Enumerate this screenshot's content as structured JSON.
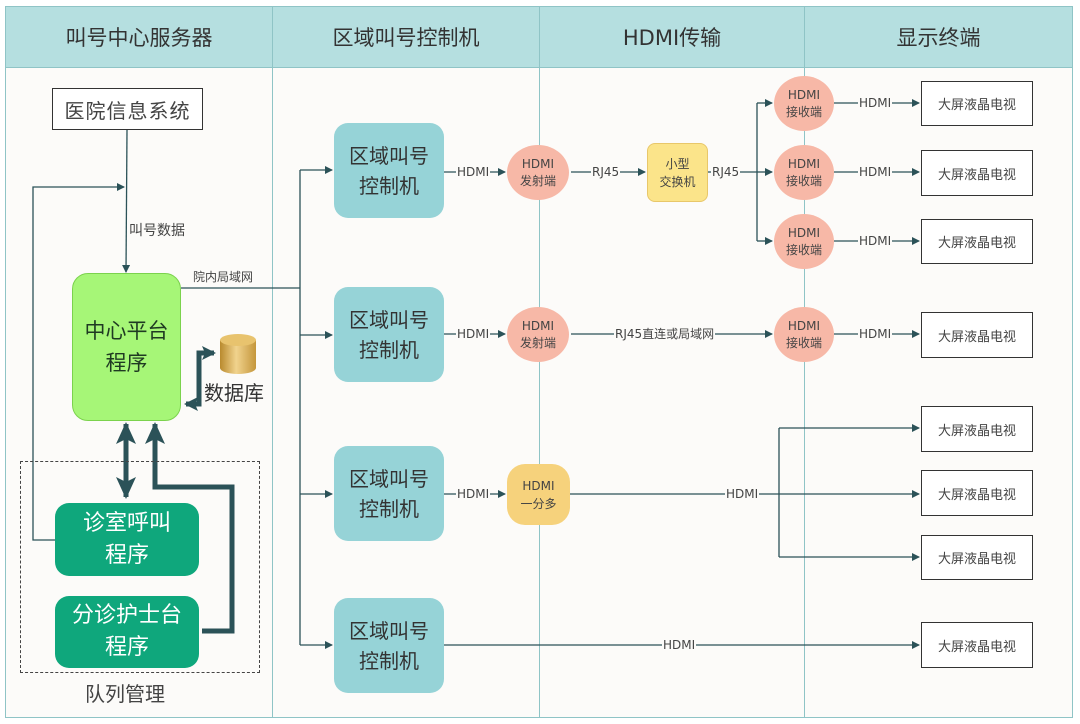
{
  "columns": [
    "叫号中心服务器",
    "区域叫号控制机",
    "HDMI传输",
    "显示终端"
  ],
  "server": {
    "his": "医院信息系统",
    "call_data_label": "叫号数据",
    "lan_label": "院内局域网",
    "central": "中心平台\n程序",
    "database": "数据库",
    "clinic_call": "诊室呼叫\n程序",
    "triage_nurse": "分诊护士台\n程序",
    "queue_management": "队列管理"
  },
  "controllers": [
    "区域叫号\n控制机",
    "区域叫号\n控制机",
    "区域叫号\n控制机",
    "区域叫号\n控制机"
  ],
  "transmission": {
    "hdmi": "HDMI",
    "rj45": "RJ45",
    "rj45_lan": "RJ45直连或局域网",
    "transmitter": "HDMI\n发射端",
    "receiver": "HDMI\n接收端",
    "switch": "小型\n交换机",
    "splitter": "HDMI\n一分多"
  },
  "display": {
    "tv": "大屏液晶电视"
  },
  "colors": {
    "header": "#b5dfe0",
    "central": "#a6f677",
    "queue": "#0fa77c",
    "zone": "#96d3d7",
    "transceiver": "#f7b8a7",
    "switch": "#fbe48a",
    "line": "#2b5258"
  }
}
